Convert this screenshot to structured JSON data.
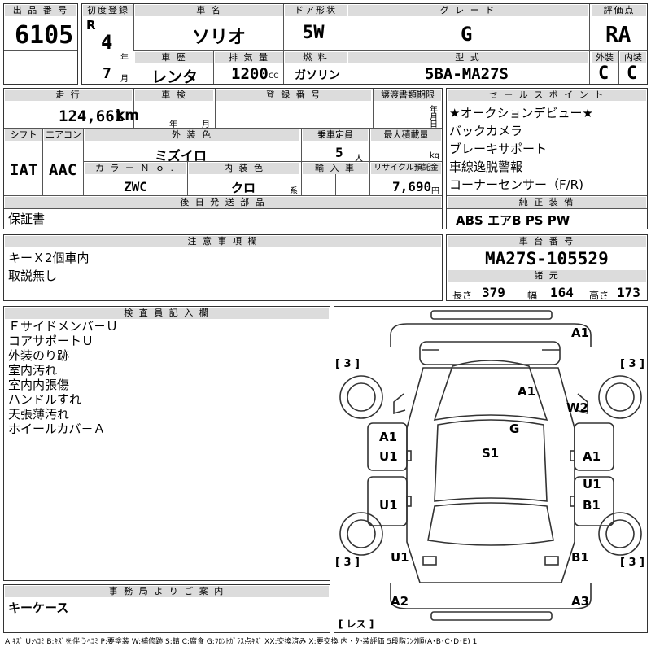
{
  "header": {
    "lot_label": "出 品 番 号",
    "lot_no": "6105",
    "reg_label": "初度登録",
    "era": "R",
    "year": "4",
    "year_unit": "年",
    "month": "7",
    "month_unit": "月",
    "name_label": "車 名",
    "car_name": "ソリオ",
    "door_label": "ドア形状",
    "door": "5W",
    "grade_label": "グ レ ー ド",
    "grade": "G",
    "score_label": "評価点",
    "score": "RA",
    "history_label": "車 歴",
    "history": "レンタ",
    "disp_label": "排 気 量",
    "displacement": "1200",
    "disp_unit": "CC",
    "fuel_label": "燃 料",
    "fuel": "ガソリン",
    "model_label": "型 式",
    "model": "5BA-MA27S",
    "ext_label": "外装",
    "ext_score": "C",
    "int_label": "内装",
    "int_score": "C"
  },
  "row2": {
    "mileage_label": "走 行",
    "mileage": "124,661",
    "mileage_unit": "km",
    "inspect_label": "車 検",
    "inspect_year": "年",
    "inspect_month": "月",
    "regno_label": "登 録 番 号",
    "transfer_label": "譲渡書類期限",
    "transfer_year": "年",
    "transfer_month": "月",
    "transfer_day": "日",
    "shift_label": "シフト",
    "shift": "IAT",
    "ac_label": "エアコン",
    "ac": "AAC",
    "color_label": "外 装 色",
    "color": "ミズイロ",
    "cap_label": "乗車定員",
    "capacity": "5",
    "cap_unit": "人",
    "load_label": "最大積載量",
    "load_unit": "kg",
    "colorno_label": "カ ラ ー Ｎ ｏ .",
    "color_no": "ZWC",
    "intcolor_label": "内 装 色",
    "int_color": "クロ",
    "int_suffix": "系",
    "import_label": "輸 入 車",
    "recycle_label": "リサイクル預託金",
    "recycle": "7,690",
    "recycle_unit": "円",
    "later_label": "後 日 発 送 部 品",
    "later": "保証書"
  },
  "sales": {
    "label": "セ ー ル ス ポ イ ン ト",
    "points": [
      "★オークションデビュー★",
      "バックカメラ",
      "ブレーキサポート",
      "車線逸脱警報",
      "コーナーセンサー（F/R)"
    ]
  },
  "equip": {
    "label": "純 正 装 備",
    "items": "ABS エアB PS PW"
  },
  "notes": {
    "label": "注 意 事 項 欄",
    "lines": [
      "キーＸ2個車内",
      "取説無し"
    ]
  },
  "chassis": {
    "label": "車 台 番 号",
    "value": "MA27S-105529"
  },
  "dims": {
    "label": "諸 元",
    "len_label": "長さ",
    "length": "379",
    "wid_label": "幅",
    "width": "164",
    "hgt_label": "高さ",
    "height": "173"
  },
  "inspector": {
    "label": "検 査 員 記 入 欄",
    "lines": [
      "Ｆサイドメンバ－Ｕ",
      "コアサポートＵ",
      "外装のり跡",
      "室内汚れ",
      "室内内張傷",
      "ハンドルすれ",
      "天張薄汚れ",
      "ホイールカバ－Ａ"
    ]
  },
  "diagram": {
    "tire_fl": "[ 3 ]",
    "tire_fr": "[ 3 ]",
    "tire_rl": "[ 3 ]",
    "tire_rr": "[ 3 ]",
    "spare": "[ レス ]",
    "marks": {
      "front_bumper": "A1",
      "hood": "A1",
      "windshield": "W2",
      "roof_g": "G",
      "roof_s": "S1",
      "left_fender": "A1",
      "left_door_f": "U1",
      "left_door_r": "U1",
      "left_quarter": "U1",
      "right_fender": "A1",
      "right_door_f": "U1",
      "right_door_r": "B1",
      "right_quarter": "B1",
      "rear_left": "A2",
      "rear_right": "A3"
    }
  },
  "office": {
    "label": "事 務 局 よ り ご 案 内",
    "text": "キーケース"
  },
  "legend": "A:ｷｽﾞ U:ﾍｺﾐ B:ｷｽﾞを伴うﾍｺﾐ P:要塗装 W:補修跡 S:錆 C:腐食 G:ﾌﾛﾝﾄｶﾞﾗｽ点ｷｽﾞ XX:交換済み X:要交換 内・外装評価 5段階ﾗﾝｸ順(A･B･C･D･E) 1"
}
